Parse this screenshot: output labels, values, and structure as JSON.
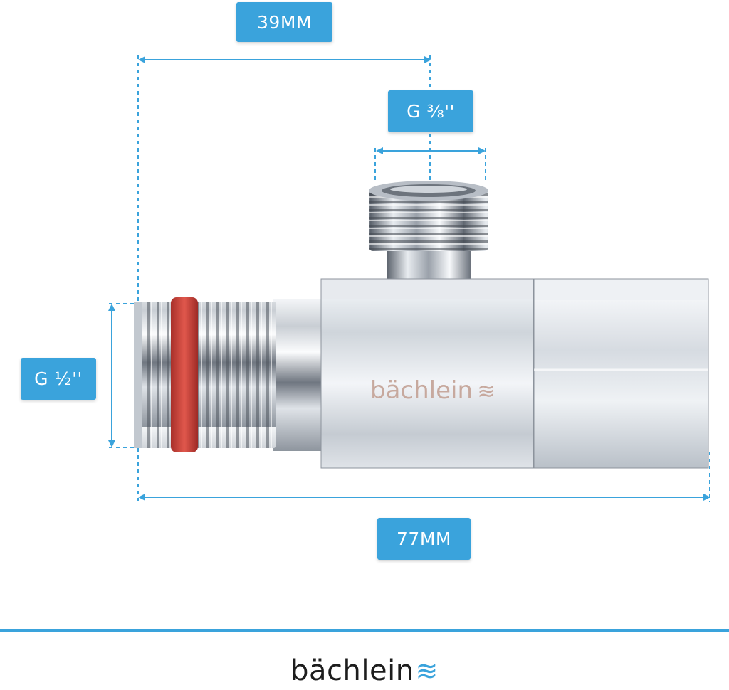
{
  "dimensions": {
    "top_width": "39MM",
    "outlet_thread": "G ⅜''",
    "inlet_thread": "G ½''",
    "total_length": "77MM"
  },
  "product": {
    "body_logo": "bächlein"
  },
  "footer": {
    "brand": "bächlein",
    "waves_icon": "≋"
  },
  "colors": {
    "accent": "#3aa3dc",
    "seal_ring": "#d6453c",
    "chrome_light": "#eef2f6",
    "chrome_dark": "#59606a"
  }
}
